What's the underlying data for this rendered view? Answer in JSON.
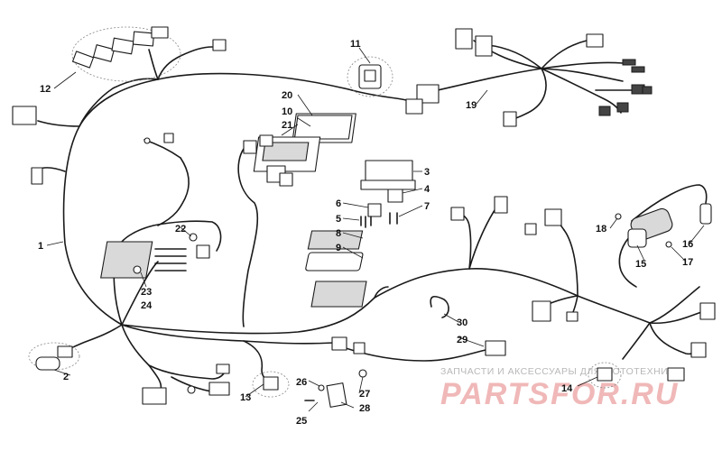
{
  "callouts": [
    "1",
    "2",
    "3",
    "4",
    "5",
    "6",
    "7",
    "8",
    "9",
    "10",
    "11",
    "12",
    "13",
    "14",
    "15",
    "16",
    "17",
    "18",
    "19",
    "20",
    "21",
    "22",
    "23",
    "24",
    "25",
    "26",
    "27",
    "28",
    "29",
    "30"
  ],
  "watermark": {
    "line1": "ЗАПЧАСТИ И АКСЕССУАРЫ ДЛЯ МОТОТЕХНИКИ",
    "line2": "PARTSFOR.RU"
  }
}
